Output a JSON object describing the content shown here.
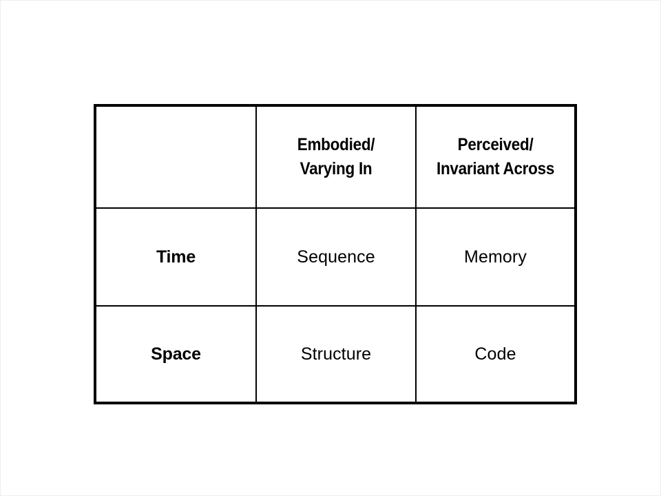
{
  "slide": {
    "background_color": "#ffffff",
    "text_color": "#000000",
    "border_color": "#000000"
  },
  "table": {
    "name": "embodiment-invariance-matrix",
    "corner_cell": "",
    "column_headers": [
      {
        "id": "embodied-varying-in",
        "label": "Embodied/\nVarying In",
        "line1": "Embodied/",
        "line2": "Varying In"
      },
      {
        "id": "perceived-invariant-across",
        "label": "Perceived/\nInvariant Across",
        "line1": "Perceived/",
        "line2": "Invariant Across"
      }
    ],
    "rows": [
      {
        "id": "time",
        "label": "Time",
        "cells": [
          "Sequence",
          "Memory"
        ]
      },
      {
        "id": "space",
        "label": "Space",
        "cells": [
          "Structure",
          "Code"
        ]
      }
    ]
  }
}
